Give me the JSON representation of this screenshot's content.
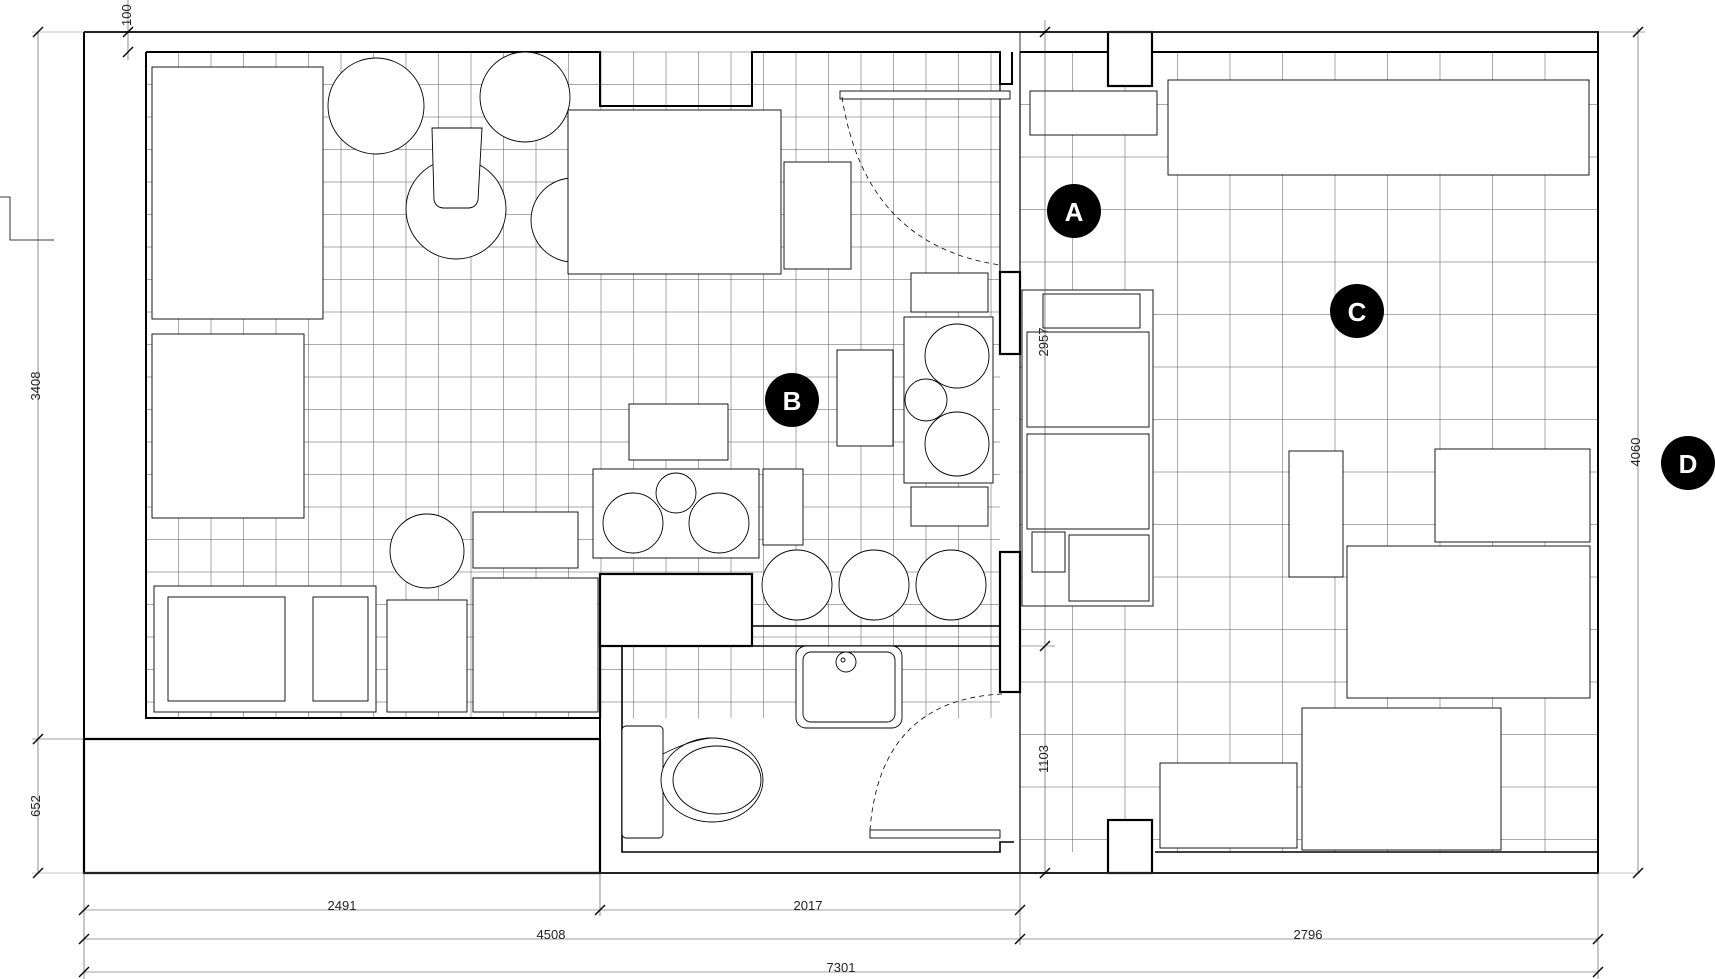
{
  "dimensions": {
    "top_wall": "100",
    "left_upper": "3408",
    "left_lower": "652",
    "inner_upper": "2957",
    "inner_lower": "1103",
    "right_total": "4060",
    "bottom_1": "2491",
    "bottom_2": "2017",
    "bottom_sub": "4508",
    "bottom_right": "2796",
    "bottom_total": "7301"
  },
  "labels": {
    "a": "A",
    "b": "B",
    "c": "C",
    "d": "D"
  }
}
